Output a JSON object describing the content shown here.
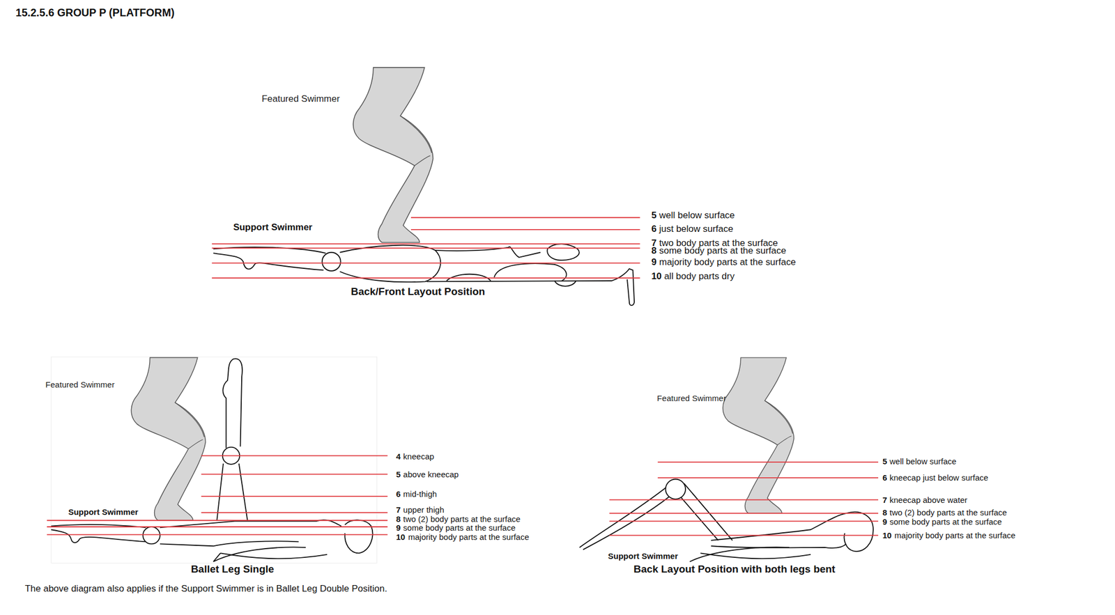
{
  "diagram": {
    "title": "15.2.5.6 GROUP P (PLATFORM)",
    "caption": "The above diagram also applies if the Support Swimmer is in Ballet Leg Double Position.",
    "labels": [
      "Featured Swimmer",
      "Support Swimmer",
      "5",
      "well below surface",
      "6",
      "just below surface",
      "7",
      "two body parts at the surface",
      "8",
      "some body parts at the surface",
      "9",
      "majority body parts at the surface",
      "10",
      "all body parts dry",
      "Back/Front Layout Position",
      "Featured Swimmer",
      "Support Swimmer",
      "4",
      "kneecap",
      "5",
      "above kneecap",
      "6",
      "mid-thigh",
      "7",
      "upper thigh",
      "8",
      "two (2) body parts at the surface",
      "9",
      "some body parts at the surface",
      "10",
      "majority body parts at the surface",
      "Ballet Leg Single",
      "Featured Swimmer",
      "Support Swimmer",
      "5",
      "well below surface",
      "6",
      "kneecap just below surface",
      "7",
      "kneecap above water",
      "8",
      "two (2) body parts at the surface",
      "9",
      "some body parts at the surface",
      "10",
      "majority body parts at the surface",
      "Back Layout Position with both legs bent"
    ]
  }
}
